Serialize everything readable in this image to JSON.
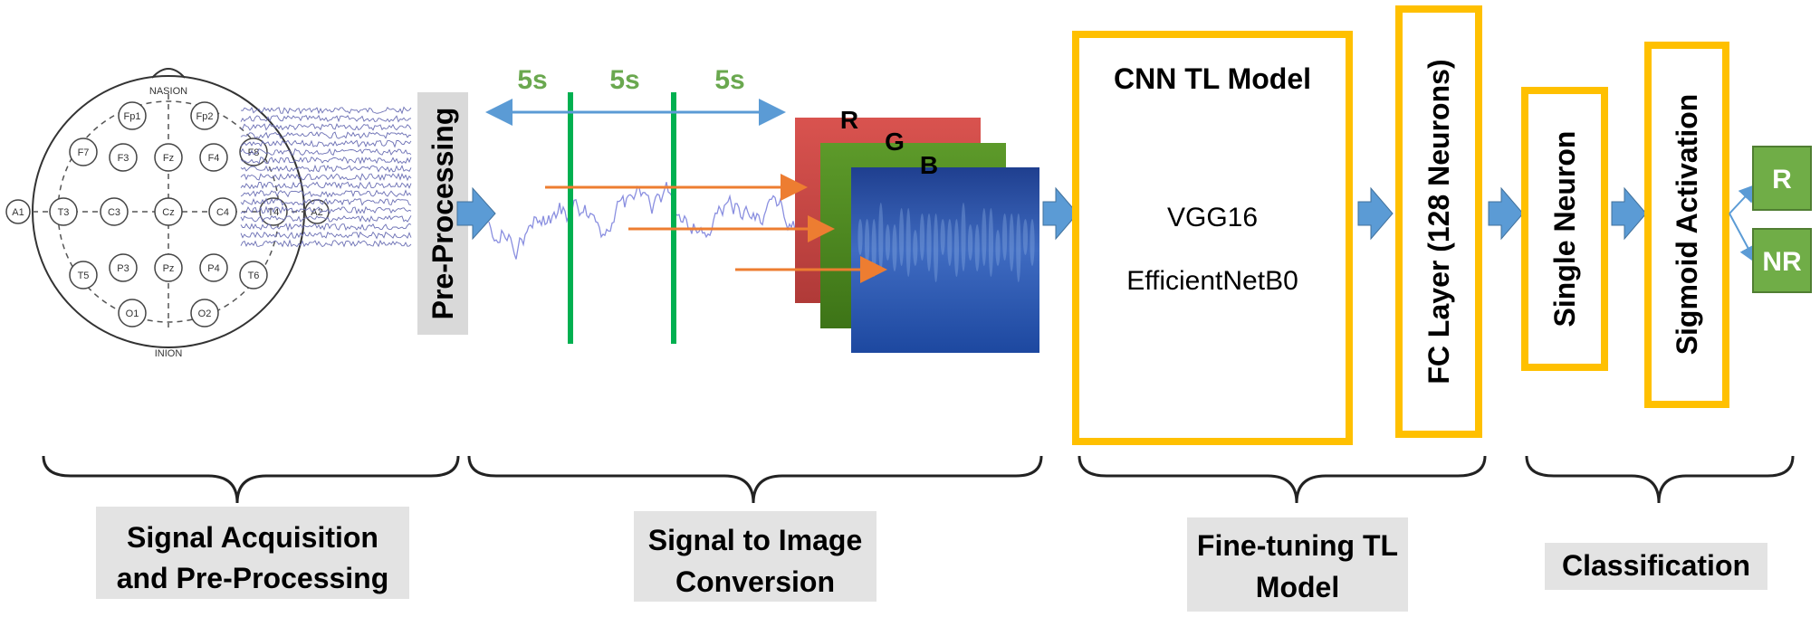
{
  "head": {
    "nasion": "NASION",
    "inion": "INION",
    "electrodes": [
      "Fp1",
      "Fp2",
      "F7",
      "F3",
      "Fz",
      "F4",
      "F8",
      "A1",
      "T3",
      "C3",
      "Cz",
      "C4",
      "T4",
      "A2",
      "T5",
      "P3",
      "Pz",
      "P4",
      "T6",
      "O1",
      "O2"
    ]
  },
  "preprocessing_label": "Pre-Processing",
  "segments": [
    "5s",
    "5s",
    "5s"
  ],
  "channels": [
    "R",
    "G",
    "B"
  ],
  "cnn": {
    "title": "CNN TL Model",
    "models": [
      "VGG16",
      "EfficientNetB0"
    ]
  },
  "fc_layer": "FC Layer (128 Neurons)",
  "single_neuron": "Single Neuron",
  "sigmoid": "Sigmoid Activation",
  "outputs": [
    "R",
    "NR"
  ],
  "captions": {
    "acquisition": [
      "Signal Acquisition",
      "and Pre-Processing"
    ],
    "conversion": [
      "Signal to Image",
      "Conversion"
    ],
    "finetuning": [
      "Fine-tuning TL",
      "Model"
    ],
    "classification": [
      "Classification"
    ]
  },
  "colors": {
    "orange_box": "#ffc000",
    "blue_arrow": "#5b9bd5",
    "green_line": "#00b050",
    "orange_arrow": "#ed7d31",
    "red_img": "#c0504d",
    "green_img": "#4f8a1f",
    "blue_img": "#2350a3",
    "output_green": "#70ad47"
  }
}
